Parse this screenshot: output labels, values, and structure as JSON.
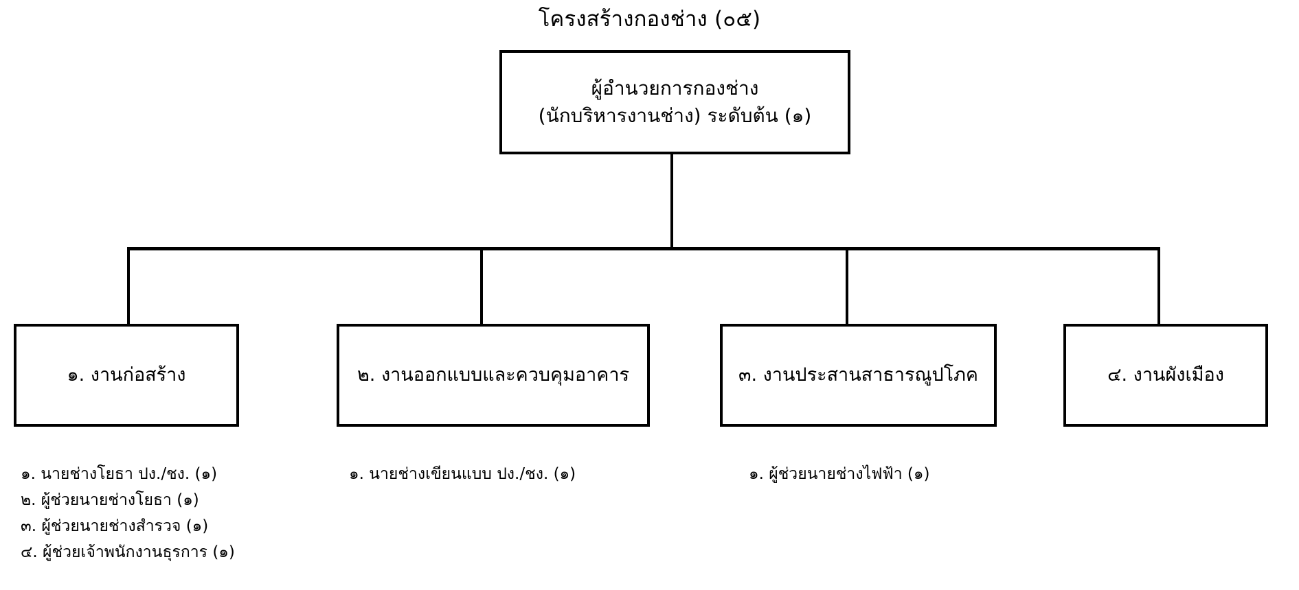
{
  "title": "โครงสร้างกองช่าง (๐๕)",
  "colors": {
    "background": "#ffffff",
    "line": "#000000",
    "text": "#000000"
  },
  "root_node": {
    "line1": "ผู้อำนวยการกองช่าง",
    "line2": "(นักบริหารงานช่าง) ระดับต้น (๑)"
  },
  "divisions": [
    {
      "label": "๑. งานก่อสร้าง",
      "staff": [
        "๑. นายช่างโยธา ปง./ชง. (๑)",
        "๒. ผู้ช่วยนายช่างโยธา (๑)",
        "๓. ผู้ช่วยนายช่างสำรวจ (๑)",
        "๔. ผู้ช่วยเจ้าพนักงานธุรการ (๑)"
      ]
    },
    {
      "label": "๒. งานออกแบบและควบคุมอาคาร",
      "staff": [
        "๑. นายช่างเขียนแบบ ปง./ชง. (๑)"
      ]
    },
    {
      "label": "๓. งานประสานสาธารณูปโภค",
      "staff": [
        "๑. ผู้ช่วยนายช่างไฟฟ้า (๑)"
      ]
    },
    {
      "label": "๔. งานผังเมือง",
      "staff": []
    }
  ]
}
